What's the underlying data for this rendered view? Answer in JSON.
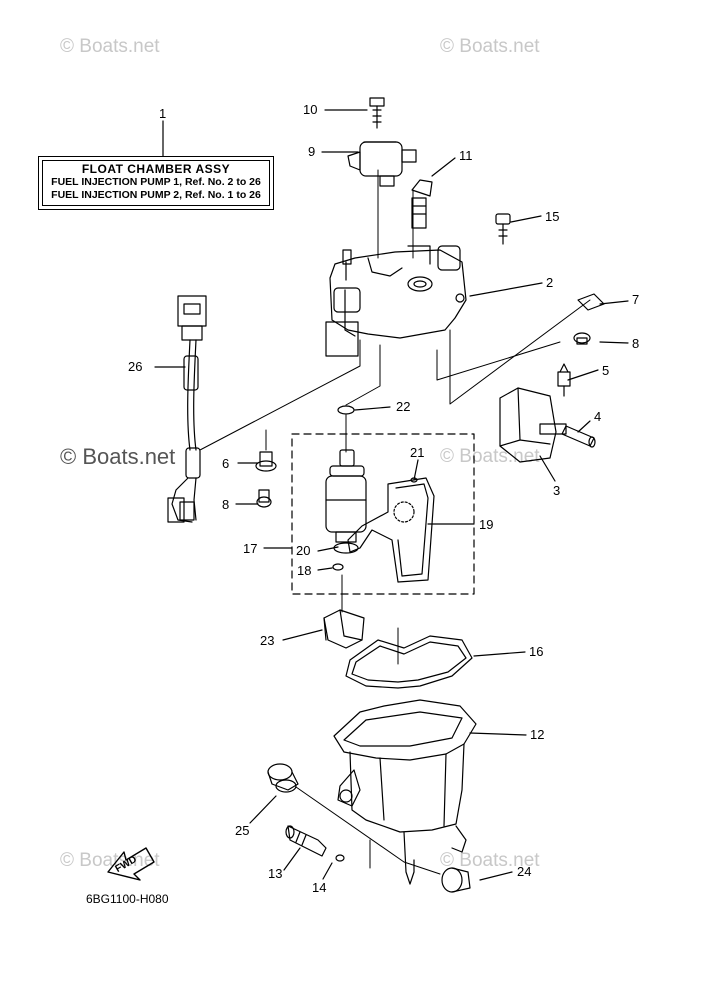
{
  "title_box": {
    "heading": "FLOAT CHAMBER  ASSY",
    "line1": "FUEL INJECTION PUMP 1,  Ref. No. 2 to 26",
    "line2": "FUEL INJECTION PUMP 2,  Ref. No. 1 to 26"
  },
  "watermarks": {
    "top_left": "© Boats.net",
    "top_right": "© Boats.net",
    "mid_left": "© Boats.net",
    "mid_right": "© Boats.net",
    "bottom_left": "© Boats.net",
    "bottom_right": "© Boats.net"
  },
  "fwd_label": "FWD",
  "diagram_code": "6BG1100-H080",
  "callouts": {
    "c1": "1",
    "c2": "2",
    "c3": "3",
    "c4": "4",
    "c5": "5",
    "c6": "6",
    "c7": "7",
    "c8a": "8",
    "c8b": "8",
    "c9": "9",
    "c10": "10",
    "c11": "11",
    "c12": "12",
    "c13": "13",
    "c14": "14",
    "c15": "15",
    "c16": "16",
    "c17": "17",
    "c18": "18",
    "c19": "19",
    "c20": "20",
    "c21": "21",
    "c22": "22",
    "c23": "23",
    "c24": "24",
    "c25": "25",
    "c26": "26"
  }
}
